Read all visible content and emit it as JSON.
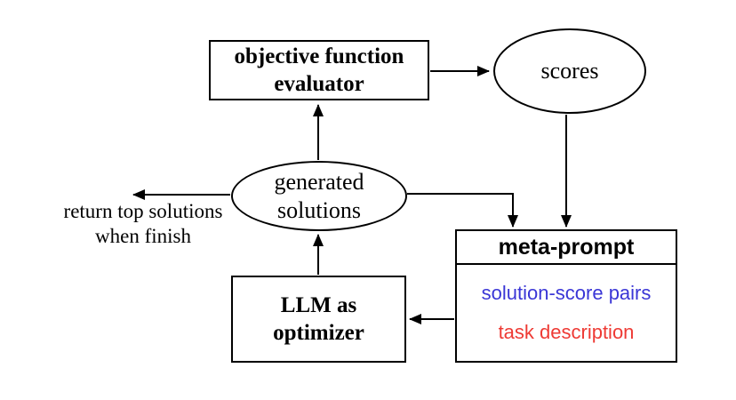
{
  "diagram": {
    "background": "#ffffff",
    "stroke_color": "#000000",
    "nodes": {
      "evaluator": {
        "line1": "objective function",
        "line2": "evaluator"
      },
      "scores": {
        "label": "scores"
      },
      "generated_solutions": {
        "line1": "generated",
        "line2": "solutions"
      },
      "llm_optimizer": {
        "line1": "LLM as",
        "line2": "optimizer"
      },
      "meta_prompt": {
        "title": "meta-prompt",
        "fields": [
          {
            "label": "solution-score pairs",
            "color": "#3a36d6"
          },
          {
            "label": "task description",
            "color": "#ee3a34"
          }
        ]
      }
    },
    "annotations": {
      "return_line1": "return top solutions",
      "return_line2": "when finish"
    }
  }
}
